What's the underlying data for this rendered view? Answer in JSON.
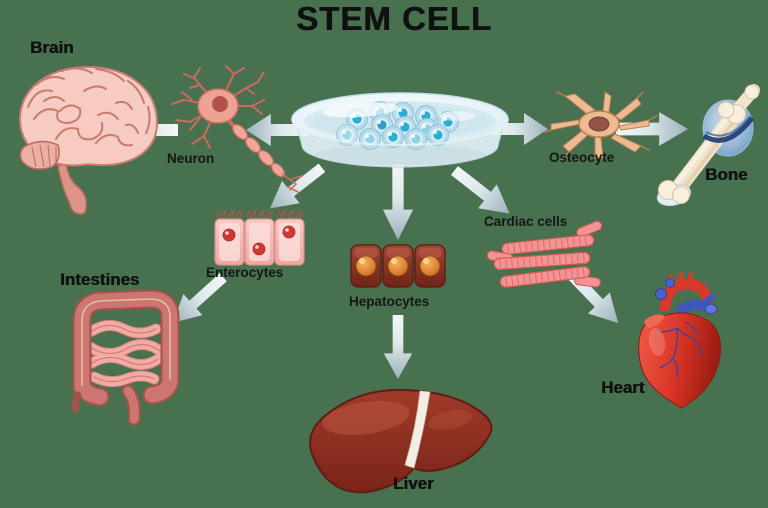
{
  "title": "STEM CELL",
  "cells": {
    "neuron": "Neuron",
    "osteocyte": "Osteocyte",
    "enterocytes": "Enterocytes",
    "hepatocytes": "Hepatocytes",
    "cardiac_cells": "Cardiac cells"
  },
  "organs": {
    "brain": "Brain",
    "bone": "Bone",
    "intestines": "Intestines",
    "heart": "Heart",
    "liver": "Liver"
  },
  "colors": {
    "background": "#47714f",
    "label_text": "#101010",
    "arrow_light": "#eef4f5",
    "arrow_dark": "#9fb3bc",
    "stem_cell_body": "#b7dceb",
    "stem_cell_nucleus": "#2aaed6",
    "organ_pink": "#f5cbc2",
    "liver_maroon": "#8c2f22",
    "heart_red": "#d93425",
    "hepatocyte_red": "#8d3627",
    "intestine_rose": "#cd7570"
  }
}
